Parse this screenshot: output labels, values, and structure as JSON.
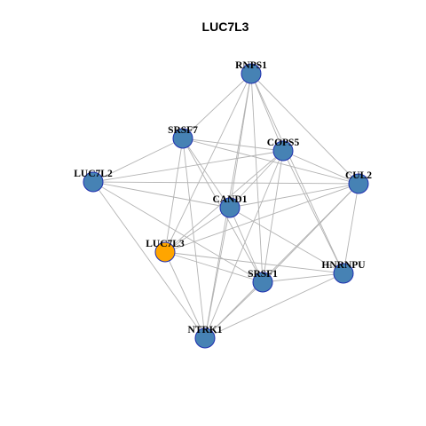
{
  "title": "LUC7L3",
  "colors": {
    "node_default": "#4682b4",
    "node_highlight": "#ffa500",
    "node_border": "#1f2fb0",
    "edge": "#b3b3b3"
  },
  "graph": {
    "nodes": [
      {
        "id": "RNPS1",
        "label": "RNPS1",
        "highlight": false
      },
      {
        "id": "SRSF7",
        "label": "SRSF7",
        "highlight": false
      },
      {
        "id": "COPS5",
        "label": "COPS5",
        "highlight": false
      },
      {
        "id": "LUC7L2",
        "label": "LUC7L2",
        "highlight": false
      },
      {
        "id": "CUL2",
        "label": "CUL2",
        "highlight": false
      },
      {
        "id": "CAND1",
        "label": "CAND1",
        "highlight": false
      },
      {
        "id": "LUC7L3",
        "label": "LUC7L3",
        "highlight": true
      },
      {
        "id": "HNRNPU",
        "label": "HNRNPU",
        "highlight": false
      },
      {
        "id": "SRSF1",
        "label": "SRSF1",
        "highlight": false
      },
      {
        "id": "NTRK1",
        "label": "NTRK1",
        "highlight": false
      }
    ],
    "edges": [
      [
        "RNPS1",
        "SRSF7"
      ],
      [
        "RNPS1",
        "COPS5"
      ],
      [
        "RNPS1",
        "CAND1"
      ],
      [
        "RNPS1",
        "LUC7L3"
      ],
      [
        "RNPS1",
        "SRSF1"
      ],
      [
        "RNPS1",
        "HNRNPU"
      ],
      [
        "RNPS1",
        "CUL2"
      ],
      [
        "RNPS1",
        "NTRK1"
      ],
      [
        "SRSF7",
        "COPS5"
      ],
      [
        "SRSF7",
        "LUC7L2"
      ],
      [
        "SRSF7",
        "CUL2"
      ],
      [
        "SRSF7",
        "CAND1"
      ],
      [
        "SRSF7",
        "LUC7L3"
      ],
      [
        "SRSF7",
        "SRSF1"
      ],
      [
        "SRSF7",
        "NTRK1"
      ],
      [
        "COPS5",
        "LUC7L2"
      ],
      [
        "COPS5",
        "CUL2"
      ],
      [
        "COPS5",
        "CAND1"
      ],
      [
        "COPS5",
        "LUC7L3"
      ],
      [
        "COPS5",
        "SRSF1"
      ],
      [
        "COPS5",
        "HNRNPU"
      ],
      [
        "COPS5",
        "NTRK1"
      ],
      [
        "LUC7L2",
        "CAND1"
      ],
      [
        "LUC7L2",
        "SRSF1"
      ],
      [
        "LUC7L2",
        "NTRK1"
      ],
      [
        "LUC7L2",
        "CUL2"
      ],
      [
        "CUL2",
        "CAND1"
      ],
      [
        "CUL2",
        "SRSF1"
      ],
      [
        "CUL2",
        "HNRNPU"
      ],
      [
        "CUL2",
        "NTRK1"
      ],
      [
        "CUL2",
        "LUC7L3"
      ],
      [
        "CAND1",
        "SRSF1"
      ],
      [
        "CAND1",
        "HNRNPU"
      ],
      [
        "CAND1",
        "NTRK1"
      ],
      [
        "CAND1",
        "LUC7L3"
      ],
      [
        "LUC7L3",
        "SRSF1"
      ],
      [
        "LUC7L3",
        "HNRNPU"
      ],
      [
        "LUC7L3",
        "NTRK1"
      ],
      [
        "SRSF1",
        "HNRNPU"
      ],
      [
        "SRSF1",
        "NTRK1"
      ],
      [
        "HNRNPU",
        "NTRK1"
      ]
    ]
  }
}
